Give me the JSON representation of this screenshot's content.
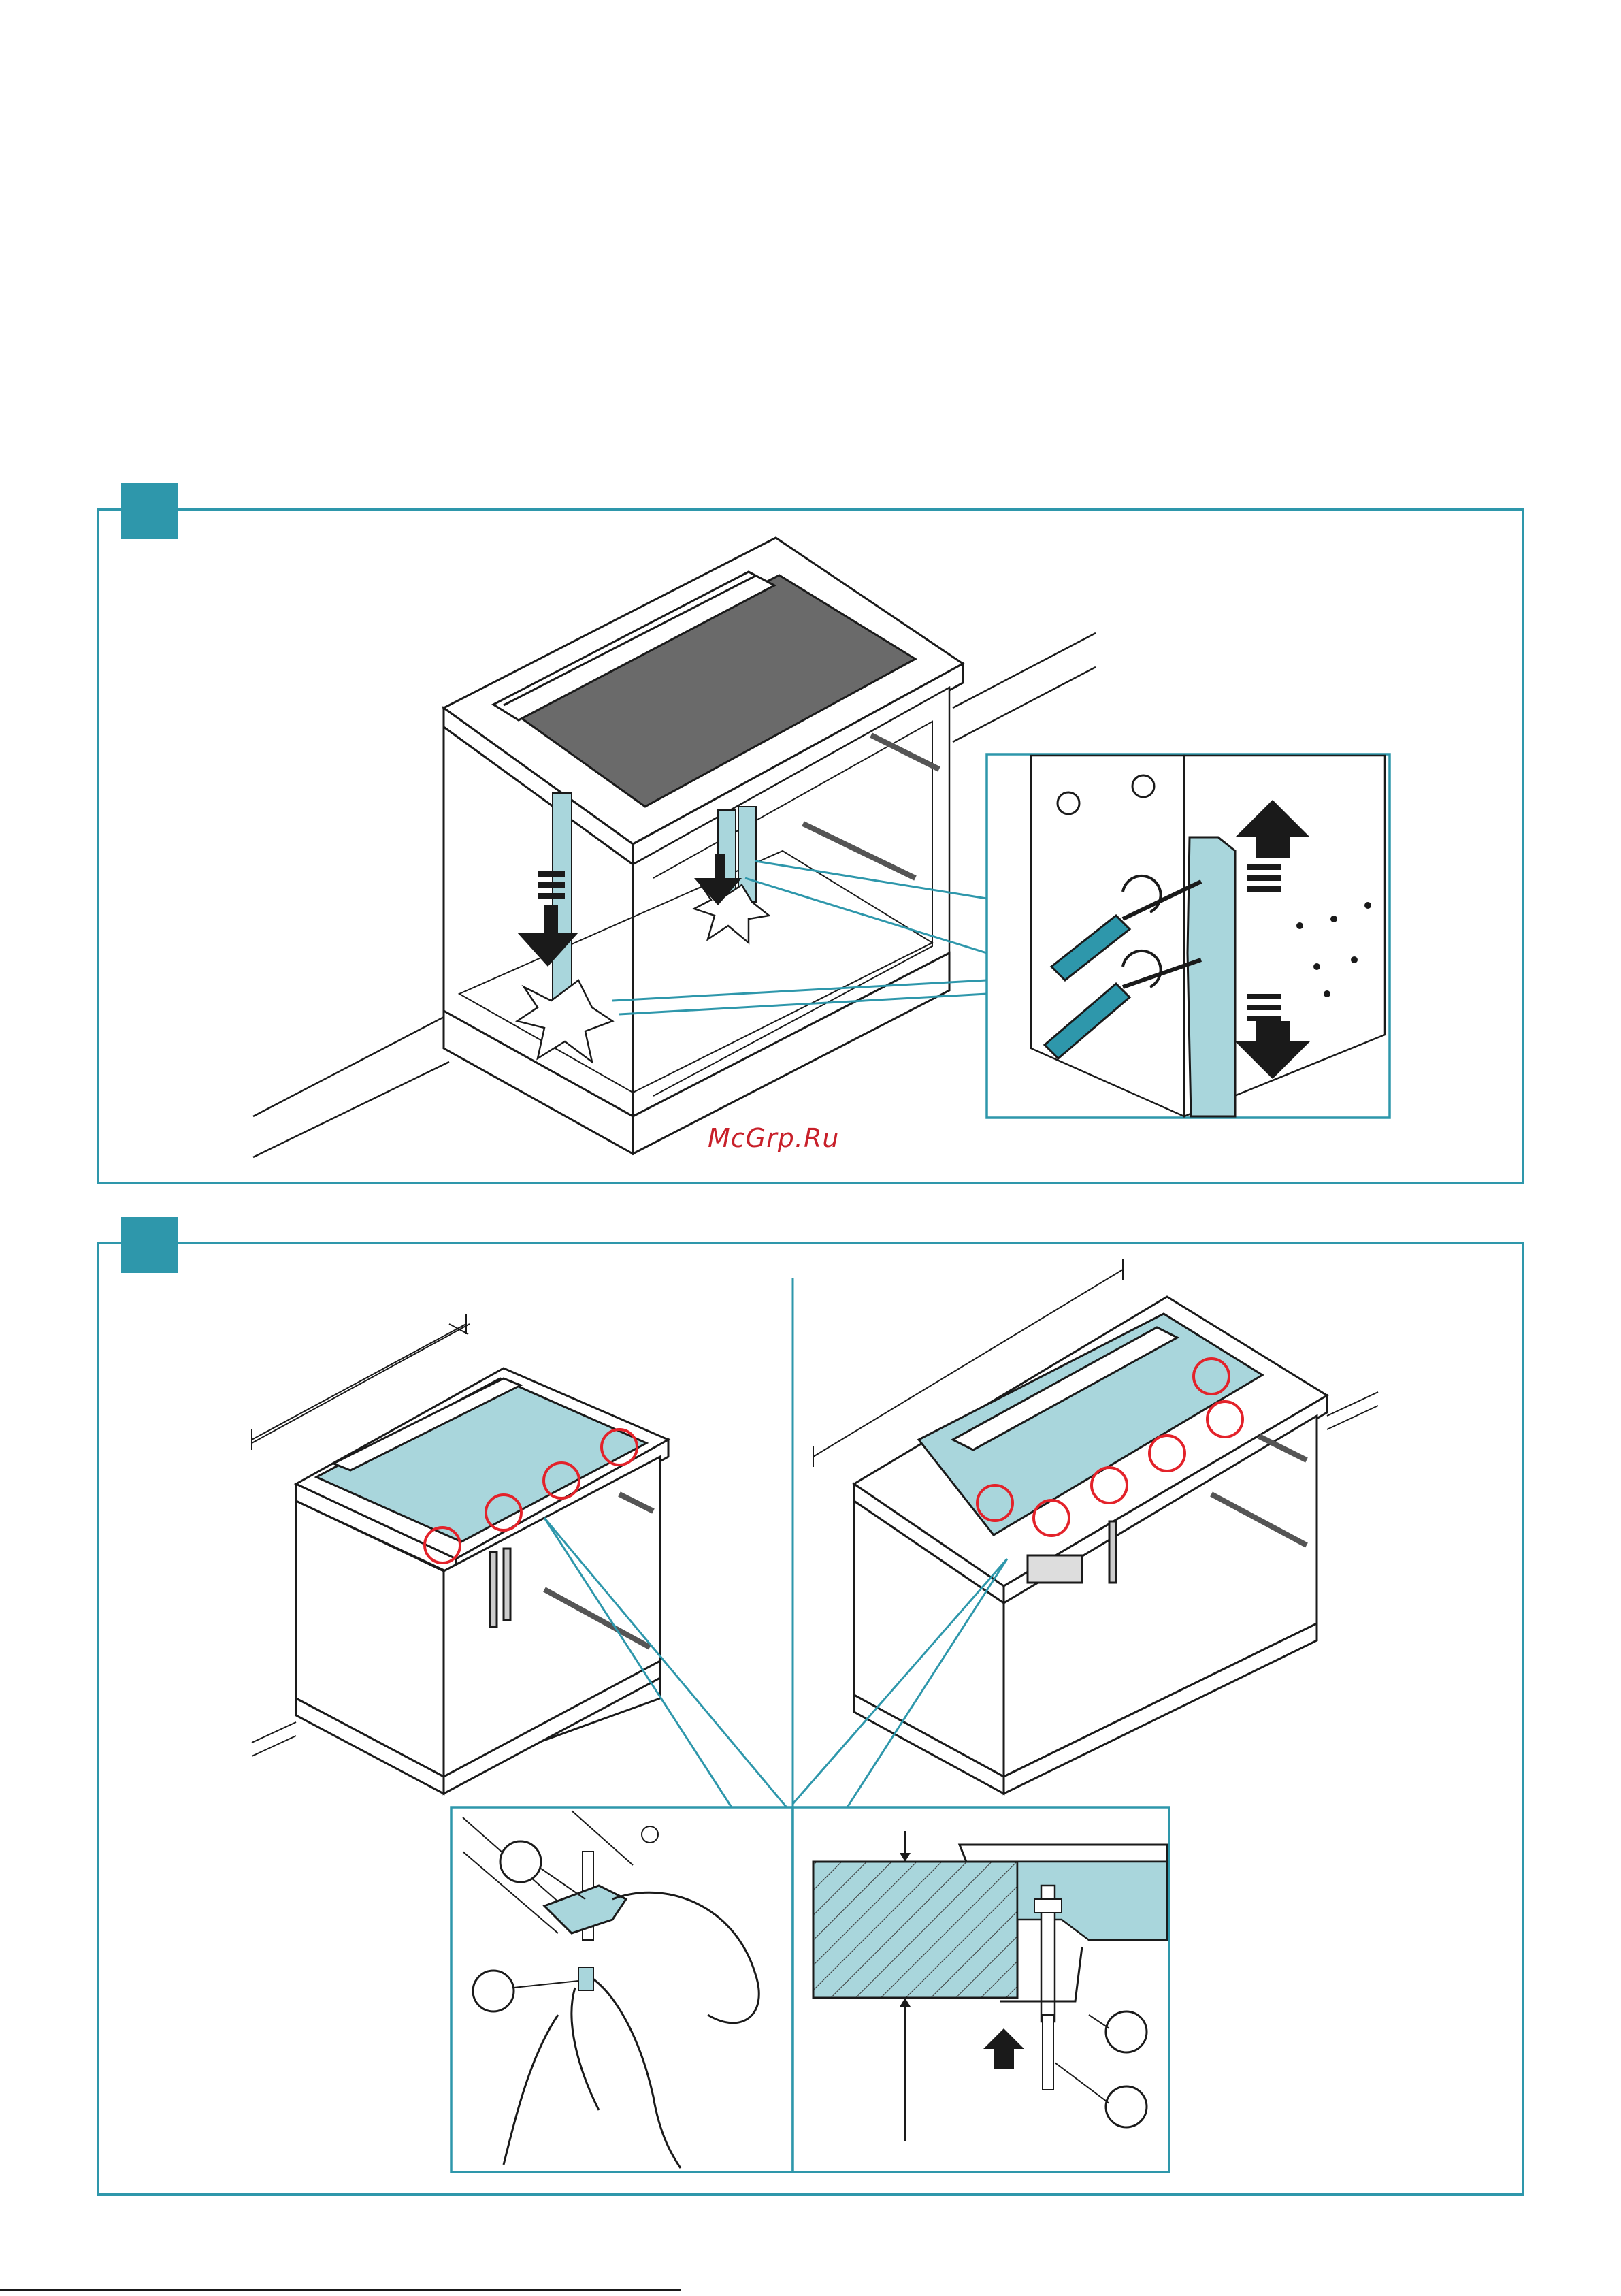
{
  "watermark": {
    "text": "McGrp.Ru",
    "color": "#c8202a"
  },
  "footer": {
    "text": ""
  },
  "colors": {
    "frame": "#2e97ab",
    "marker": "#2e97ab",
    "highlight": "#a9d6dc",
    "glass": "#6a6a6a",
    "line": "#1a1a1a",
    "callout": "#e3222a"
  },
  "figures": [
    {
      "id": "figure-1",
      "icons": [
        "cabinet-with-cooktop",
        "adjustable-leg-pair",
        "screwdriver-icon",
        "arrow-up-icon",
        "arrow-down-icon",
        "rotation-arrow-icon"
      ]
    },
    {
      "id": "figure-2",
      "icons": [
        "cabinet-with-cooktop",
        "screw-callout-circle",
        "wrench-icon",
        "hand-icon",
        "clamp-bracket-icon",
        "arrow-up-icon"
      ]
    }
  ]
}
